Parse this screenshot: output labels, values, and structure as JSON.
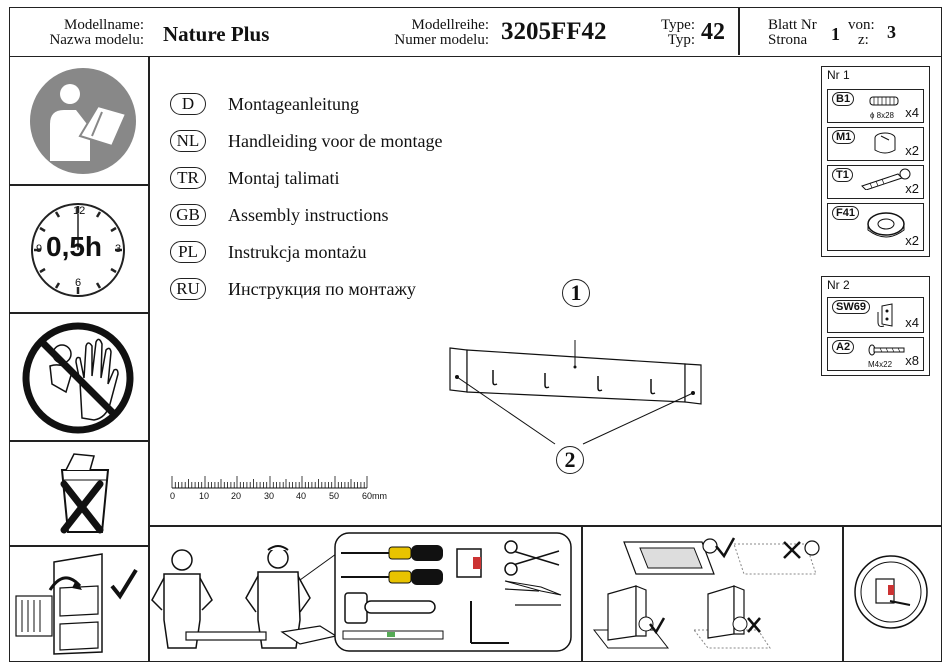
{
  "header": {
    "model_name_label_de": "Modellname:",
    "model_name_label_pl": "Nazwa modelu:",
    "model_name": "Nature Plus",
    "series_label_de": "Modellreihe:",
    "series_label_pl": "Numer modelu:",
    "series": "3205FF42",
    "type_label_de": "Type:",
    "type_label_pl": "Typ:",
    "type": "42",
    "sheet_label_de": "Blatt Nr",
    "sheet_label_pl": "Strona",
    "sheet": "1",
    "of_label_de": "von:",
    "of_label_pl": "z:",
    "total_sheets": "3"
  },
  "languages": [
    {
      "code": "D",
      "text": "Montageanleitung"
    },
    {
      "code": "NL",
      "text": "Handleiding voor de montage"
    },
    {
      "code": "TR",
      "text": "Montaj  talimati"
    },
    {
      "code": "GB",
      "text": "Assembly instructions"
    },
    {
      "code": "PL",
      "text": "Instrukcja montażu"
    },
    {
      "code": "RU",
      "text": "Инструкция по монтажу"
    }
  ],
  "clock": {
    "time": "0,5h",
    "n12": "12",
    "n3": "3",
    "n6": "6",
    "n9": "9"
  },
  "ruler": {
    "labels": [
      "0",
      "10",
      "20",
      "30",
      "40",
      "50",
      "60mm"
    ]
  },
  "callouts": {
    "one": "1",
    "two": "2"
  },
  "packs": [
    {
      "label": "Nr 1",
      "parts": [
        {
          "code": "B1",
          "size": "ɸ 8x28",
          "qty": "x4"
        },
        {
          "code": "M1",
          "size": "",
          "qty": "x2"
        },
        {
          "code": "T1",
          "size": "",
          "qty": "x2"
        },
        {
          "code": "F41",
          "size": "",
          "qty": "x2"
        }
      ]
    },
    {
      "label": "Nr 2",
      "parts": [
        {
          "code": "SW69",
          "size": "",
          "qty": "x4"
        },
        {
          "code": "A2",
          "size": "M4x22",
          "qty": "x8"
        }
      ]
    }
  ]
}
